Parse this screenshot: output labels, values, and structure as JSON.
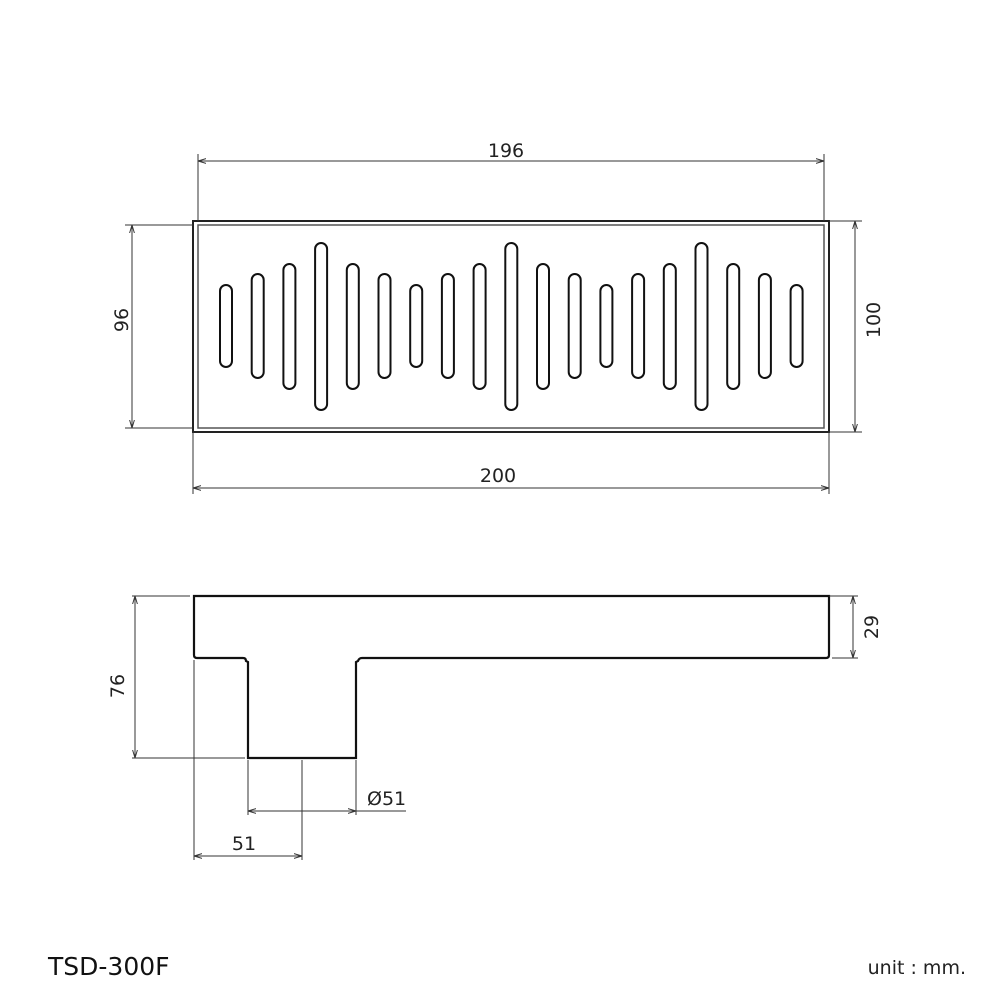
{
  "top_view": {
    "dim_inner_width": "196",
    "dim_outer_width": "200",
    "dim_inner_height": "96",
    "dim_outer_height": "100"
  },
  "side_view": {
    "dim_total_height": "76",
    "dim_body_height": "29",
    "dim_outlet_diameter": "Ø51",
    "dim_outlet_offset": "51"
  },
  "model": "TSD-300F",
  "unit": "unit : mm.",
  "colors": {
    "line": "#111111",
    "background": "#ffffff"
  }
}
